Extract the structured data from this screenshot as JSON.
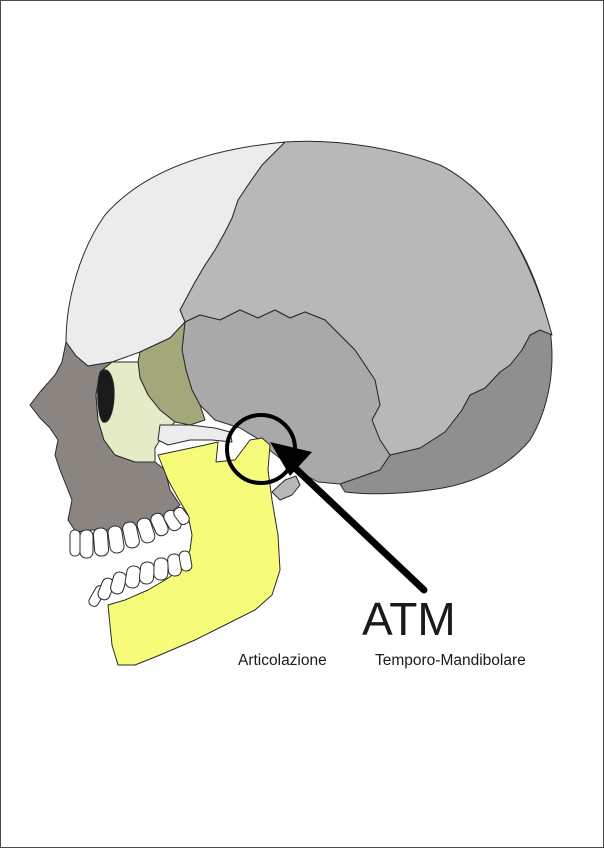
{
  "labels": {
    "abbreviation": "ATM",
    "word1": "Articolazione",
    "word2": "Temporo-Mandibolare"
  },
  "colors": {
    "frontal": "#ececec",
    "parietal": "#b8b8b8",
    "occipital": "#8f8f8f",
    "temporal": "#a9a9a9",
    "sphenoid": "#a3a77a",
    "facial": "#8a8580",
    "zygomatic": "#e4ebc6",
    "mandible": "#f6fc7a",
    "teeth": "#ffffff",
    "orbit": "#1a1a1a",
    "outline": "#2a2a2a",
    "pointer": "#000000"
  }
}
